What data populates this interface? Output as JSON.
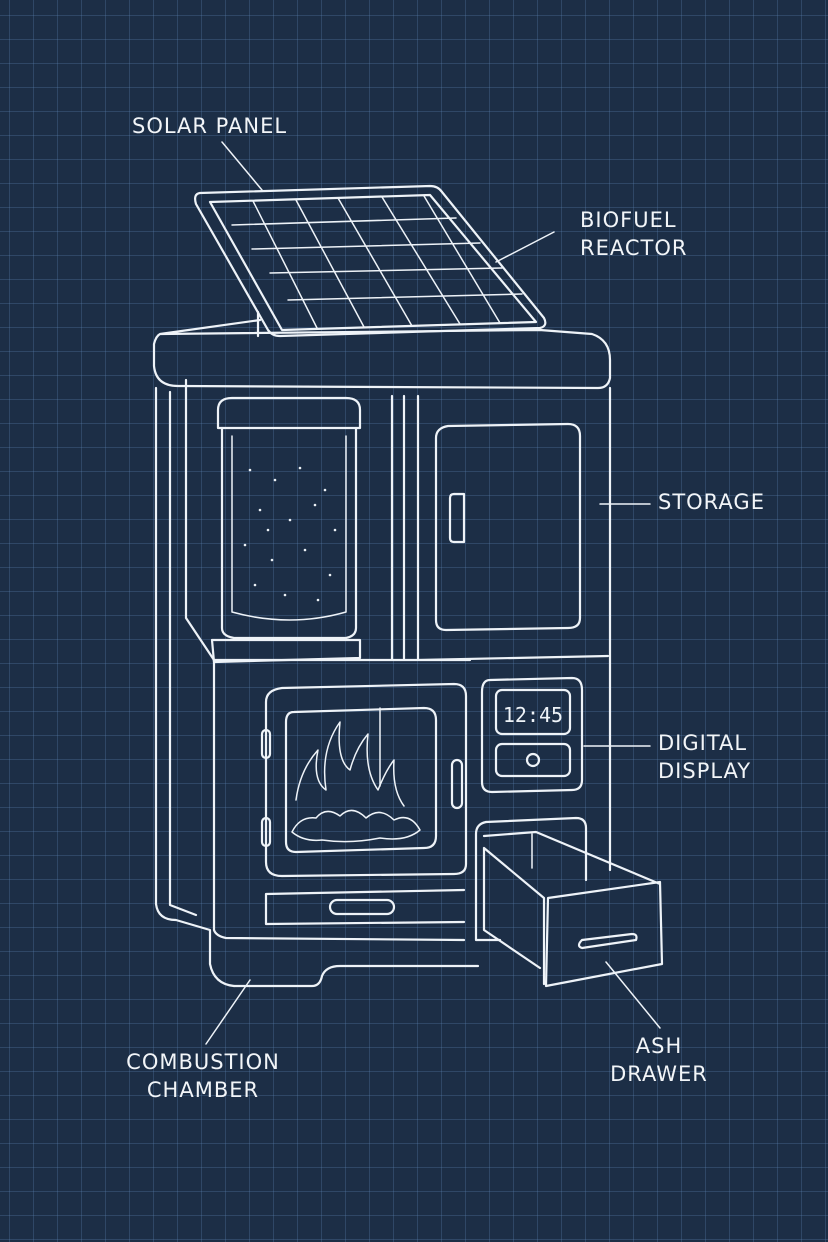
{
  "diagram": {
    "title": "Hybrid solar-biofuel stove blueprint",
    "colors": {
      "background": "#1c2e46",
      "line": "#eef3f8",
      "grid": "#4d6f95"
    },
    "display_readout": "12:45",
    "labels": {
      "solar_panel": [
        "SOLAR PANEL"
      ],
      "biofuel_reactor": [
        "BIOFUEL",
        "REACTOR"
      ],
      "storage": [
        "STORAGE"
      ],
      "digital_display": [
        "DIGITAL",
        "DISPLAY"
      ],
      "combustion_chamber": [
        "COMBUSTION",
        "CHAMBER"
      ],
      "ash_drawer": [
        "ASH",
        "DRAWER"
      ]
    }
  }
}
